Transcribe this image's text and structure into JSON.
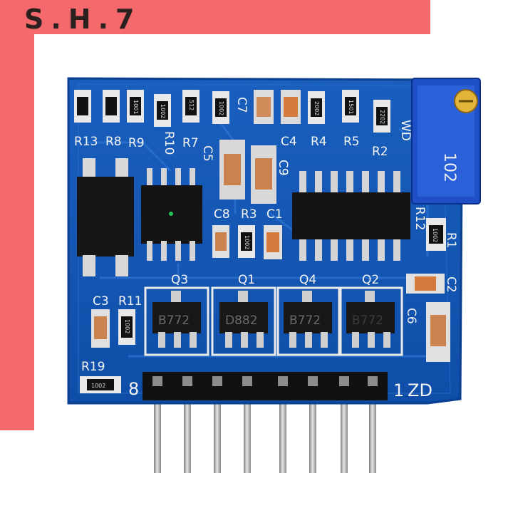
{
  "brand": {
    "text": "S.H.7"
  },
  "board": {
    "labels": [
      "R13",
      "R8",
      "R9",
      "R10",
      "R7",
      "C7",
      "C4",
      "R4",
      "R5",
      "R2",
      "C8",
      "R3",
      "C1",
      "R12",
      "C3",
      "R11",
      "R19",
      "Q3",
      "Q1",
      "Q4",
      "Q2",
      "C9",
      "C2",
      "R1",
      "WD",
      "8",
      "1",
      "ZD",
      "C6",
      "C5"
    ],
    "chip_markings": [
      "B772",
      "D882",
      "B772",
      "B772"
    ],
    "potentiometer_marking": "102",
    "resistor_codes": [
      "1001",
      "1002",
      "512",
      "1002",
      "2002",
      "1501",
      "2202",
      "1002",
      "1002",
      "1002",
      "1002"
    ]
  },
  "colors": {
    "frame": "#f46a6c",
    "pcb": "#1456b4",
    "pcb_dark": "#0b3f8f",
    "silkscreen": "#f4f4f4",
    "pin": "#b8b8b8"
  }
}
